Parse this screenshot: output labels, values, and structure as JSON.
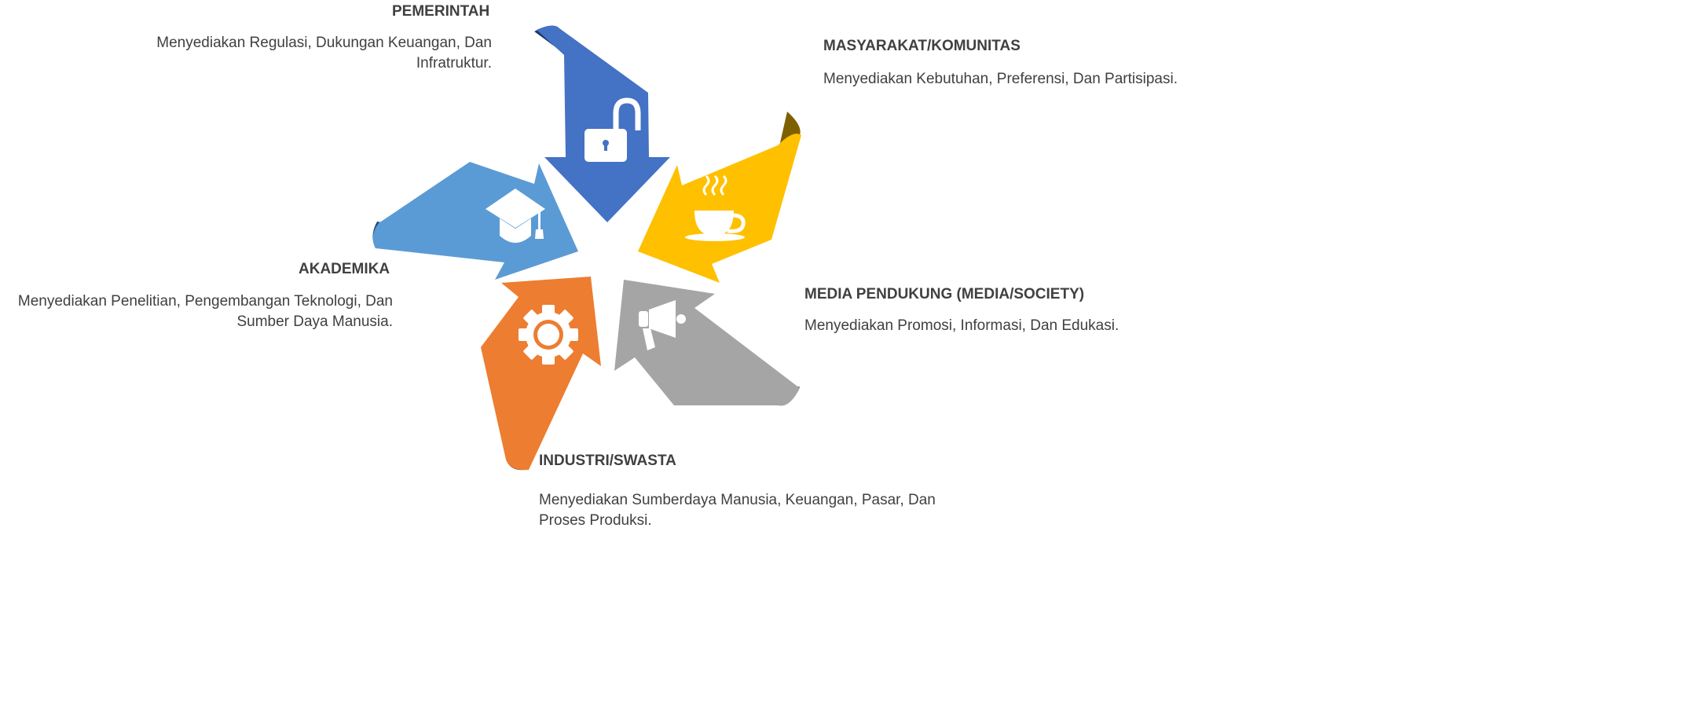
{
  "colors": {
    "blue": "#4472C4",
    "blue_dark": "#203864",
    "yellow": "#FFC000",
    "yellow_dark": "#7F6000",
    "gray": "#A5A5A5",
    "gray_dark": "#595959",
    "orange": "#ED7D31",
    "orange_dark": "#843C0C",
    "lightblue": "#5B9BD5",
    "lightblue_dark": "#1F4E79",
    "text": "#404040"
  },
  "stakeholders": [
    {
      "title": "PEMERINTAH",
      "description": "Menyediakan Regulasi, Dukungan Keuangan, Dan Infratruktur.",
      "icon": "padlock-icon",
      "color": "blue"
    },
    {
      "title": "MASYARAKAT/KOMUNITAS",
      "description": "Menyediakan Kebutuhan, Preferensi, Dan Partisipasi.",
      "icon": "coffee-cup-icon",
      "color": "yellow"
    },
    {
      "title": "MEDIA PENDUKUNG (MEDIA/SOCIETY)",
      "description": "Menyediakan Promosi, Informasi, Dan Edukasi.",
      "icon": "megaphone-icon",
      "color": "gray"
    },
    {
      "title": "INDUSTRI/SWASTA",
      "description": "Menyediakan Sumberdaya Manusia, Keuangan, Pasar, Dan Proses Produksi.",
      "icon": "gear-icon",
      "color": "orange"
    },
    {
      "title": "AKADEMIKA",
      "description": "Menyediakan Penelitian, Pengembangan Teknologi, Dan Sumber Daya Manusia.",
      "icon": "graduation-cap-icon",
      "color": "lightblue"
    }
  ]
}
